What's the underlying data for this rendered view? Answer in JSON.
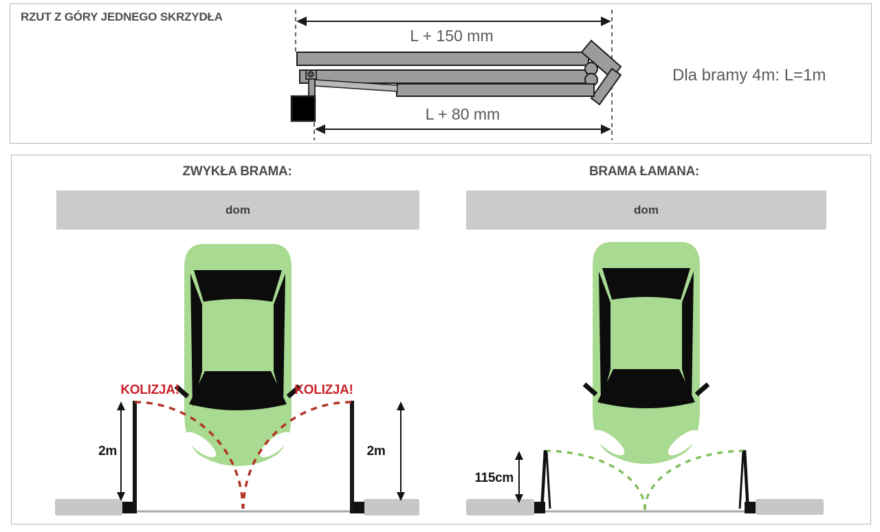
{
  "top_panel": {
    "title": "RZUT Z GÓRY JEDNEGO SKRZYDŁA",
    "dimension_top": "L + 150 mm",
    "dimension_bottom": "L + 80 mm",
    "note": "Dla bramy 4m: L=1m"
  },
  "comparison_panel": {
    "standard_gate": {
      "title": "ZWYKŁA BRAMA:",
      "house_label": "dom",
      "collision_warning_left": "KOLIZJA!",
      "collision_warning_right": "KOLIZJA!",
      "gate_height_left": "2m",
      "gate_height_right": "2m"
    },
    "folding_gate": {
      "title": "BRAMA ŁAMANA:",
      "house_label": "dom",
      "gate_height": "115cm"
    }
  },
  "colors": {
    "car_body_green": "#a9da92",
    "collision_red": "#ca2128",
    "collision_arc_red": "#b13527",
    "folding_arc_green": "#82bf5c",
    "mechanism_gray": "#9c9c9a",
    "house_block_gray": "#cbcbcb",
    "fence_gray": "#c7c7c7",
    "text_dark": "#4b4c50"
  }
}
